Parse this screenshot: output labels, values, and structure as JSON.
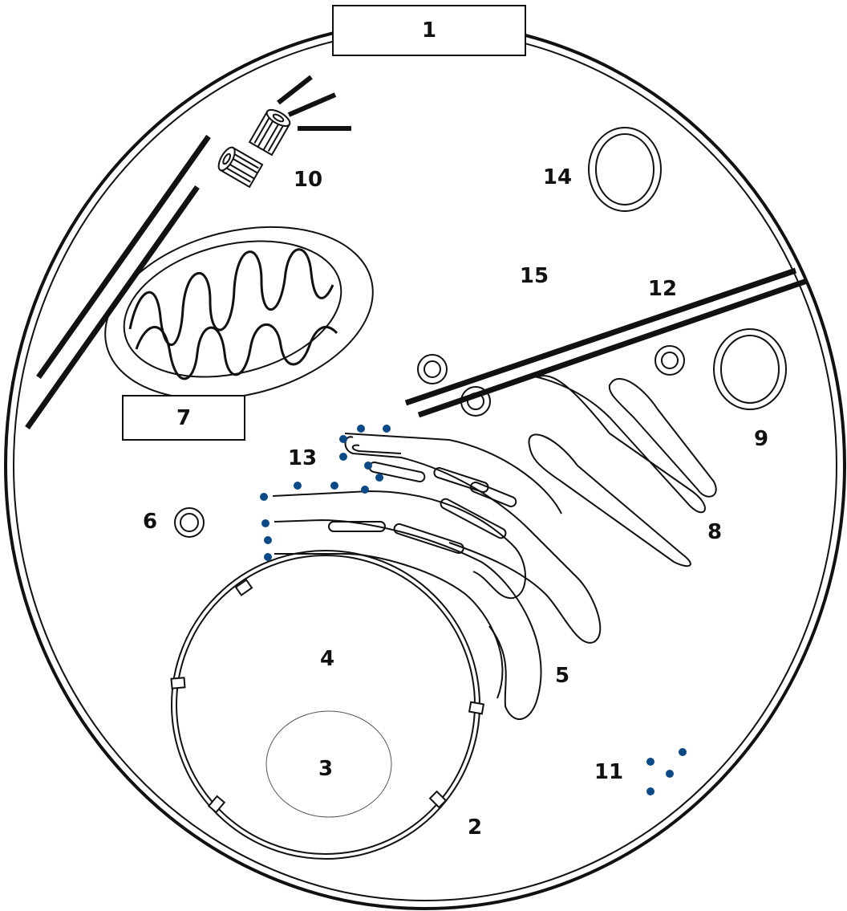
{
  "labels": {
    "l1": "1",
    "l2": "2",
    "l3": "3",
    "l4": "4",
    "l5": "5",
    "l6": "6",
    "l7": "7",
    "l8": "8",
    "l9": "9",
    "l10": "10",
    "l11": "11",
    "l12": "12",
    "l13": "13",
    "l14": "14",
    "l15": "15"
  },
  "colors": {
    "outline": "#111111",
    "ribosome": "#0b4a86",
    "background": "#ffffff"
  }
}
